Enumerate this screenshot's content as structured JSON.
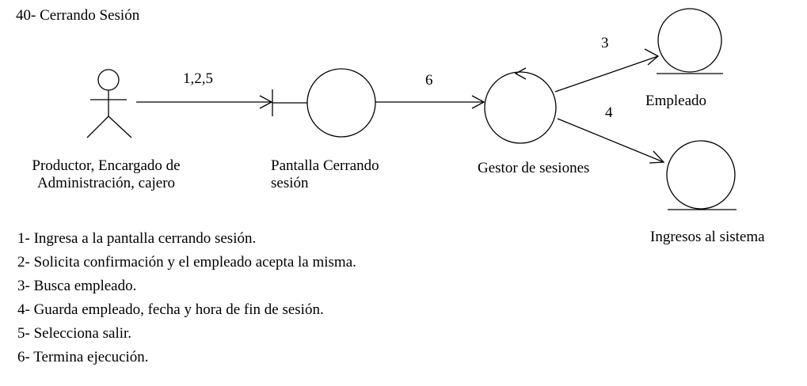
{
  "title": "40- Cerrando Sesión",
  "actor": {
    "label_line1": "Productor, Encargado de",
    "label_line2": "Administración, cajero"
  },
  "boundary": {
    "label_line1": "Pantalla Cerrando",
    "label_line2": "sesión"
  },
  "control": {
    "label": "Gestor de sesiones"
  },
  "entities": [
    {
      "label": "Empleado"
    },
    {
      "label": "Ingresos al sistema"
    }
  ],
  "messages": [
    {
      "label": "1,2,5"
    },
    {
      "label": "6"
    },
    {
      "label": "3"
    },
    {
      "label": "4"
    }
  ],
  "steps": [
    "1- Ingresa a la pantalla cerrando sesión.",
    "2- Solicita confirmación y el empleado acepta la misma.",
    "3- Busca empleado.",
    "4- Guarda empleado, fecha y hora de fin de sesión.",
    "5- Selecciona salir.",
    "6- Termina ejecución."
  ]
}
